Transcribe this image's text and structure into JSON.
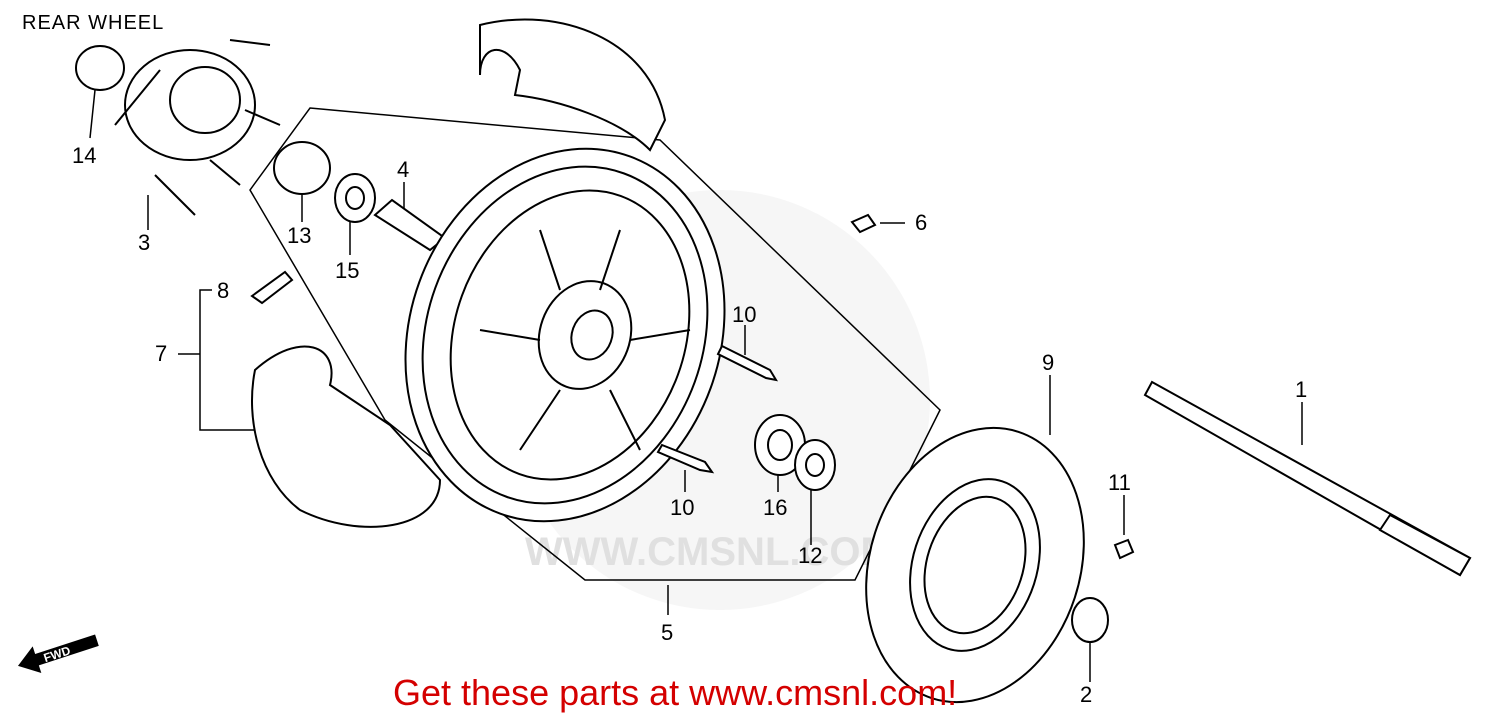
{
  "title": "REAR WHEEL",
  "footer": "Get these parts at www.cmsnl.com!",
  "watermark": "WWW.CMSNL.COM",
  "direction_label": "FWD",
  "callouts": [
    "1",
    "2",
    "3",
    "4",
    "5",
    "6",
    "7",
    "8",
    "9",
    "10",
    "10",
    "11",
    "12",
    "13",
    "14",
    "15",
    "16"
  ],
  "colors": {
    "footer": "#d40000",
    "lines": "#000000",
    "watermark": "#e0e0e0"
  }
}
